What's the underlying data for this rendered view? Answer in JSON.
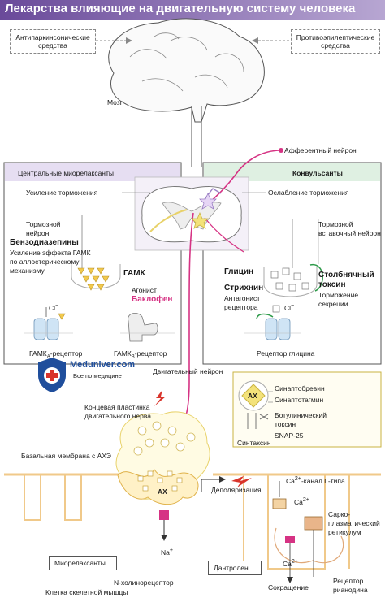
{
  "title": "Лекарства влияющие на двигательную систему человека",
  "brain": {
    "left_box": [
      "Антипаркинсонические",
      "средства"
    ],
    "right_box": [
      "Противоэпилептические",
      "средства"
    ],
    "label": "Мозг",
    "afferent": "Афферентный нейрон"
  },
  "left_panel": {
    "header": "Центральные миорелаксанты",
    "enhance": "Усиление торможения",
    "inhib_neuron": [
      "Тормозной",
      "нейрон"
    ],
    "benzo_title": "Бензодиазепины",
    "benzo_desc": [
      "Усиление эффекта ГАМК",
      "по аллостерическому",
      "механизму"
    ],
    "gaba": "ГАМК",
    "agonist": "Агонист",
    "baclofen": "Баклофен",
    "cl": "Cl",
    "receptor_a_main": "ГАМК",
    "receptor_a_sub": "A",
    "receptor_a_tail": "-рецептор",
    "receptor_b_main": "ГАМК",
    "receptor_b_sub": "B",
    "receptor_b_tail": "-рецептор"
  },
  "right_panel": {
    "header": "Конвульсанты",
    "weaken": "Ослабление торможения",
    "inhib_neuron": [
      "Тормозной",
      "вставочный нейрон"
    ],
    "glycine": "Глицин",
    "strychnine": "Стрихнин",
    "strychnine_desc": [
      "Антагонист",
      "рецептора"
    ],
    "tetanus": [
      "Столбнячный",
      "токсин"
    ],
    "tetanus_desc": [
      "Торможение",
      "секреции"
    ],
    "cl": "Cl",
    "glycine_receptor": "Рецептор глицина"
  },
  "motor_neuron": "Двигательный нейрон",
  "logo": {
    "name": "Meduniver.com",
    "tagline": "Все по медицине"
  },
  "snare": {
    "ach": "АХ",
    "items": [
      "Синаптобревин",
      "Синаптотагмин",
      "Ботулинический",
      "токсин",
      "SNAP-25"
    ],
    "syntaxin": "Синтаксин"
  },
  "junction": {
    "endplate": [
      "Концевая пластинка",
      "двигательного нерва"
    ],
    "basal": "Базальная мембрана с АХЭ",
    "ach": "АХ",
    "depolarization": "Деполяризация",
    "na": "Na",
    "myorelax": "Миорелаксанты",
    "n_receptor": "N-холинорецептор",
    "muscle_cell": "Клетка скелетной мышцы"
  },
  "muscle": {
    "ca_channel_pre": "Ca",
    "ca_channel_post": "-канал L-типа",
    "ca1": "Ca",
    "sr": [
      "Сарко-",
      "плазматический",
      "ретикулум"
    ],
    "dantrolene": "Дантролен",
    "ca2": "Ca",
    "contraction": "Сокращение",
    "ryanodine": [
      "Рецептор",
      "рианодина"
    ]
  },
  "colors": {
    "title_bg": "#6a4a9a",
    "left_header": "#e6def2",
    "right_header": "#dff0e2",
    "pink": "#d63384",
    "purple": "#7b4fae",
    "yellow": "#f3e27a",
    "red": "#d9342b",
    "green": "#2e9a4a",
    "logo_blue": "#1f4e9c"
  }
}
